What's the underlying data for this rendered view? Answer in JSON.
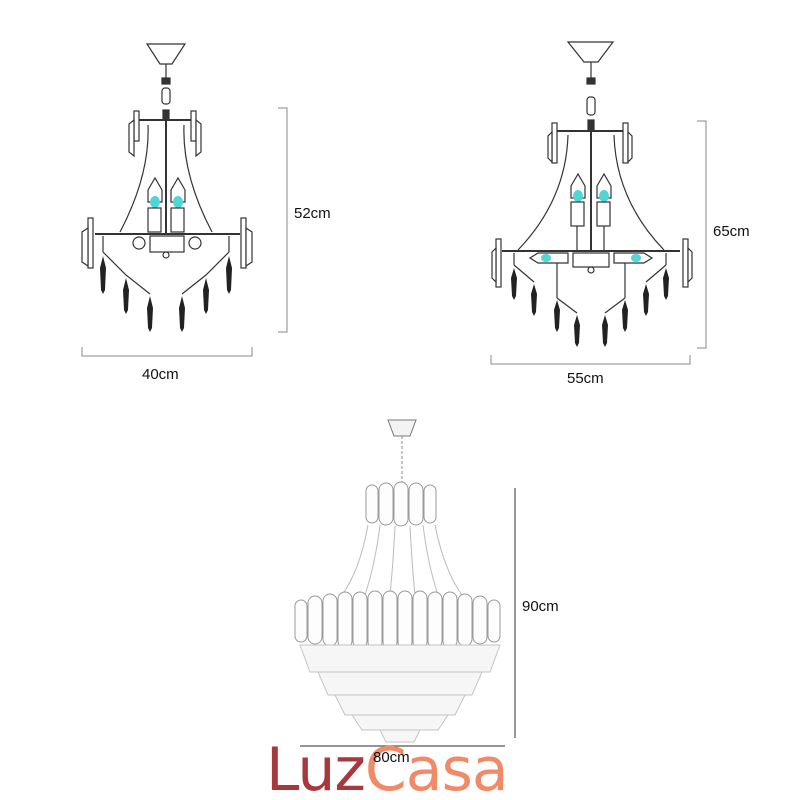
{
  "figure": {
    "type": "product-dimension-diagram",
    "subject": "crystal chandeliers",
    "items": [
      {
        "name": "chandelier-small-line-drawing",
        "width_label": "40cm",
        "height_label": "52cm",
        "bulbs_visible": 2
      },
      {
        "name": "chandelier-medium-line-drawing",
        "width_label": "55cm",
        "height_label": "65cm",
        "bulbs_visible": 4
      },
      {
        "name": "chandelier-large-crystal",
        "width_label": "80cm",
        "height_label": "90cm"
      }
    ]
  },
  "logo": {
    "part1": "Luz",
    "part2": "Casa",
    "color1": "#a8383c",
    "color2": "#f08a68"
  },
  "colors": {
    "line": "#333333",
    "dimension_line": "#888888",
    "bulb": "#4fd6d6",
    "background": "#ffffff"
  }
}
